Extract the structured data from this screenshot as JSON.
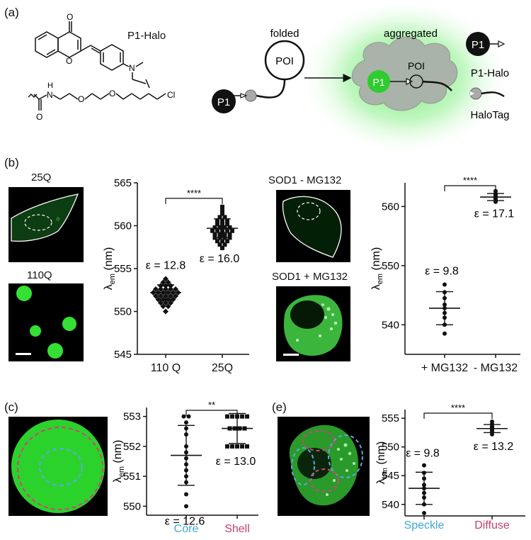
{
  "panels": {
    "a": "(a)",
    "b": "(b)",
    "c": "(c)",
    "e": "(e)"
  },
  "scheme": {
    "probe_name": "P1-Halo",
    "folded": "folded",
    "aggregated": "aggregated",
    "poi": "POI",
    "p1": "P1",
    "legend_p1": "P1",
    "legend_p1_halo": "P1-Halo",
    "legend_halotag": "HaloTag",
    "chem_atoms": {
      "o_top": "O",
      "o_ring": "O",
      "n_amine": "N",
      "n_amide_h": "H",
      "n_amide": "N",
      "o_carbonyl": "O",
      "o_ether1": "O",
      "o_ether2": "O",
      "cl": "Cl"
    }
  },
  "images": {
    "q25": "25Q",
    "q110": "110Q",
    "sod_minus": "SOD1 - MG132",
    "sod_plus": "SOD1 + MG132"
  },
  "colors": {
    "core": "#3fa9d6",
    "shell": "#c2406e",
    "green": "#22cc22",
    "dashed_shell": "#d2417a",
    "dashed_core": "#5aa9e6"
  },
  "chart_data": [
    {
      "type": "scatter",
      "id": "polyQ",
      "title": "",
      "ylabel": "λem (nm)",
      "ylim": [
        545,
        565
      ],
      "yticks": [
        545,
        550,
        555,
        560,
        565
      ],
      "categories": [
        "110 Q",
        "25Q"
      ],
      "series": [
        {
          "category": "110 Q",
          "mean": 552.2,
          "sd": 0.9,
          "annotation": "ε = 12.8",
          "values": [
            550.0,
            550.6,
            550.6,
            551.0,
            551.0,
            551.0,
            551.4,
            551.4,
            551.4,
            551.4,
            551.8,
            551.8,
            551.8,
            551.8,
            551.8,
            552.2,
            552.2,
            552.2,
            552.2,
            552.2,
            552.2,
            552.6,
            552.6,
            552.6,
            552.6,
            552.6,
            553.0,
            553.0,
            553.0,
            553.4,
            553.4,
            553.8
          ]
        },
        {
          "category": "25Q",
          "mean": 559.7,
          "sd": 1.1,
          "annotation": "ε = 16.0",
          "values": [
            557.4,
            557.8,
            557.8,
            558.2,
            558.2,
            558.2,
            558.6,
            558.6,
            558.6,
            558.6,
            559.0,
            559.0,
            559.0,
            559.0,
            559.4,
            559.4,
            559.4,
            559.4,
            559.4,
            559.8,
            559.8,
            559.8,
            559.8,
            560.2,
            560.2,
            560.2,
            560.6,
            560.6,
            560.6,
            561.0,
            561.0,
            561.4,
            561.8,
            562.2
          ]
        }
      ],
      "significance": "****"
    },
    {
      "type": "scatter",
      "id": "MG132",
      "title": "",
      "ylabel": "λem (nm)",
      "ylim": [
        535,
        564
      ],
      "yticks": [
        540,
        550,
        560
      ],
      "categories": [
        "+ MG132",
        "- MG132"
      ],
      "series": [
        {
          "category": "+ MG132",
          "mean": 542.8,
          "sd": 2.8,
          "annotation": "ε = 9.8",
          "values": [
            538.5,
            540.0,
            541.2,
            542.0,
            542.8,
            543.4,
            544.5,
            545.5,
            546.8
          ]
        },
        {
          "category": "- MG132",
          "mean": 561.6,
          "sd": 0.6,
          "annotation": "ε = 17.1",
          "values": [
            560.8,
            561.0,
            561.2,
            561.4,
            561.6,
            561.8,
            562.0,
            562.2,
            562.6,
            561.5,
            561.7
          ]
        }
      ],
      "significance": "****"
    },
    {
      "type": "scatter",
      "id": "CoreShell",
      "title": "",
      "ylabel": "λem (nm)",
      "ylim": [
        549.7,
        553.3
      ],
      "yticks": [
        550,
        551,
        552,
        553
      ],
      "categories": [
        "Core",
        "Shell"
      ],
      "series": [
        {
          "category": "Core",
          "mean": 551.7,
          "sd": 1.0,
          "annotation": "ε = 12.6",
          "values": [
            550.0,
            550.4,
            550.8,
            551.0,
            551.2,
            551.4,
            551.6,
            551.8,
            552.0,
            552.4,
            552.6,
            552.8,
            553.0,
            553.0
          ]
        },
        {
          "category": "Shell",
          "mean": 552.6,
          "sd": 0.5,
          "annotation": "ε = 13.0",
          "values": [
            552.0,
            552.0,
            552.0,
            552.0,
            552.0,
            552.6,
            552.6,
            552.6,
            552.6,
            553.0,
            553.0,
            553.0,
            553.0,
            553.0
          ]
        }
      ],
      "significance": "**"
    },
    {
      "type": "scatter",
      "id": "SpeckleDiffuse",
      "title": "",
      "ylabel": "λem (nm)",
      "ylim": [
        538,
        556.5
      ],
      "yticks": [
        540,
        545,
        550,
        555
      ],
      "categories": [
        "Speckle",
        "Diffuse"
      ],
      "series": [
        {
          "category": "Speckle",
          "mean": 542.8,
          "sd": 2.8,
          "annotation": "ε = 9.8",
          "values": [
            538.5,
            540.0,
            541.2,
            542.0,
            542.8,
            543.4,
            544.5,
            545.5,
            546.8
          ]
        },
        {
          "category": "Diffuse",
          "mean": 553.2,
          "sd": 0.7,
          "annotation": "ε = 13.2",
          "values": [
            552.2,
            552.6,
            553.0,
            553.2,
            553.4,
            553.6,
            554.0,
            554.4,
            552.8,
            553.5
          ]
        }
      ],
      "significance": "****"
    }
  ]
}
